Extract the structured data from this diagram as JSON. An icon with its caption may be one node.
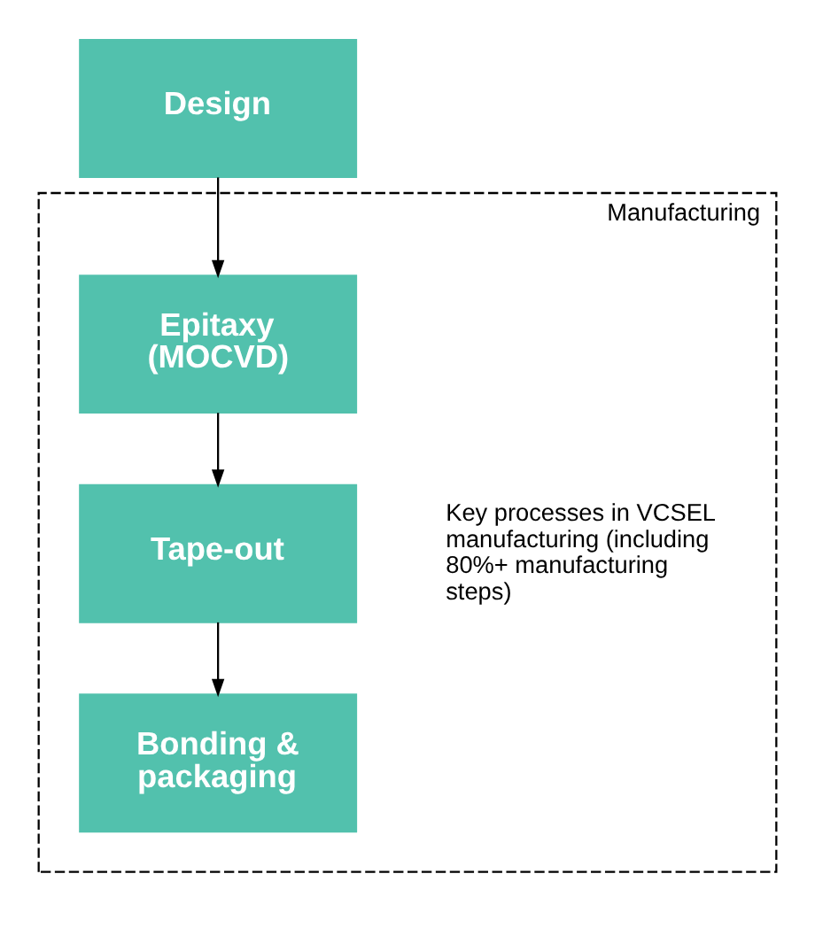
{
  "diagram": {
    "nodes": [
      {
        "text": [
          "Design"
        ]
      },
      {
        "text": [
          "Manufacturing"
        ]
      },
      {
        "text": [
          "Epitaxy (MOCVD)"
        ],
        "in": 1
      },
      {
        "text": [
          "Tape-out"
        ],
        "in": 1
      },
      {
        "text": [
          "Bonding & packaging"
        ],
        "in": 1
      }
    ],
    "edges": [
      {
        "from": 0,
        "to": 2,
        "arrow": "to"
      },
      {
        "from": 2,
        "to": 3,
        "arrow": "to"
      },
      {
        "from": 3,
        "to": 4,
        "arrow": "to"
      }
    ],
    "labels": [
      "Key processes in VCSEL manufacturing (including 80%+ manufacturing steps)"
    ]
  }
}
